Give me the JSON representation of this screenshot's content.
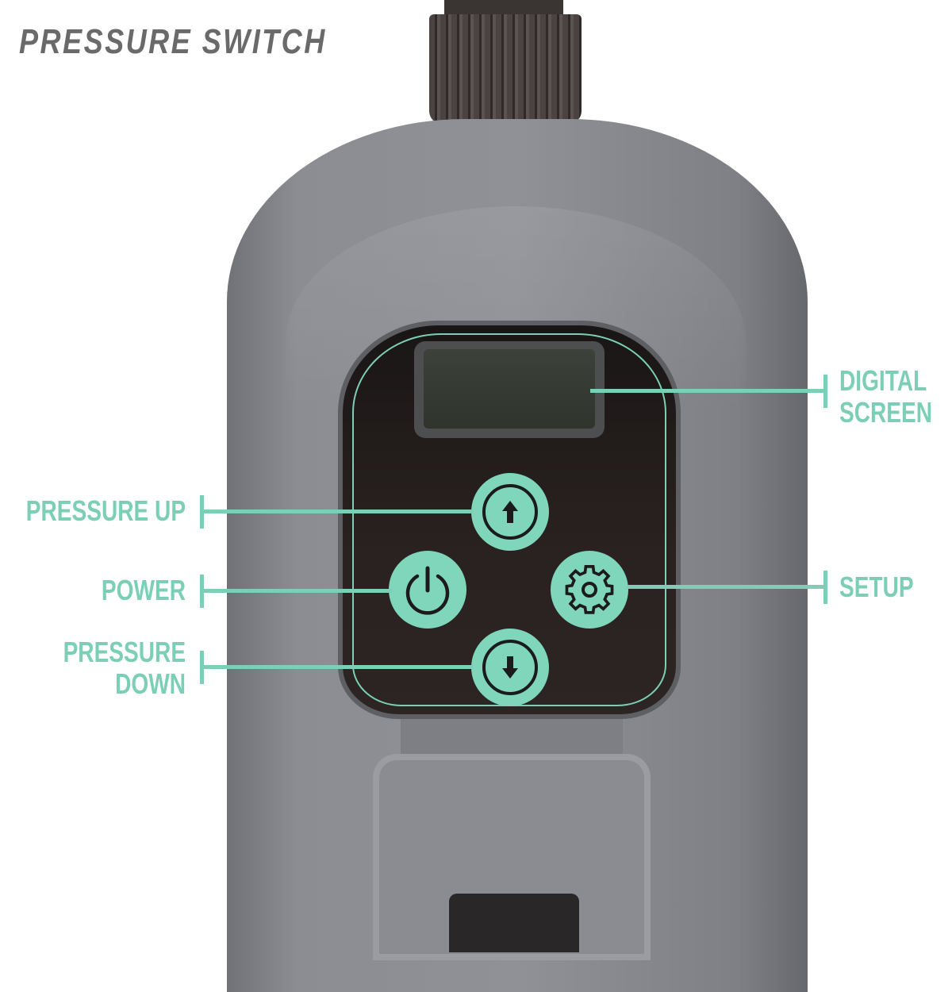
{
  "title": "PRESSURE SWITCH",
  "colors": {
    "title": "#6a6a6a",
    "accent": "#7ccfb6",
    "button_fill": "#7fd6bb",
    "body_gray": "#8f9197",
    "panel_dark": "#1f1a19"
  },
  "device": {
    "screen": {
      "name": "digital-screen",
      "content": ""
    },
    "buttons": [
      {
        "id": "pressure-up",
        "icon": "arrow-up-icon"
      },
      {
        "id": "power",
        "icon": "power-icon"
      },
      {
        "id": "setup",
        "icon": "gear-icon"
      },
      {
        "id": "pressure-down",
        "icon": "arrow-down-icon"
      }
    ]
  },
  "callouts": {
    "digital_screen": {
      "line1": "DIGITAL",
      "line2": "SCREEN"
    },
    "pressure_up": {
      "line1": "PRESSURE UP"
    },
    "power": {
      "line1": "POWER"
    },
    "setup": {
      "line1": "SETUP"
    },
    "pressure_down": {
      "line1": "PRESSURE",
      "line2": "DOWN"
    }
  }
}
